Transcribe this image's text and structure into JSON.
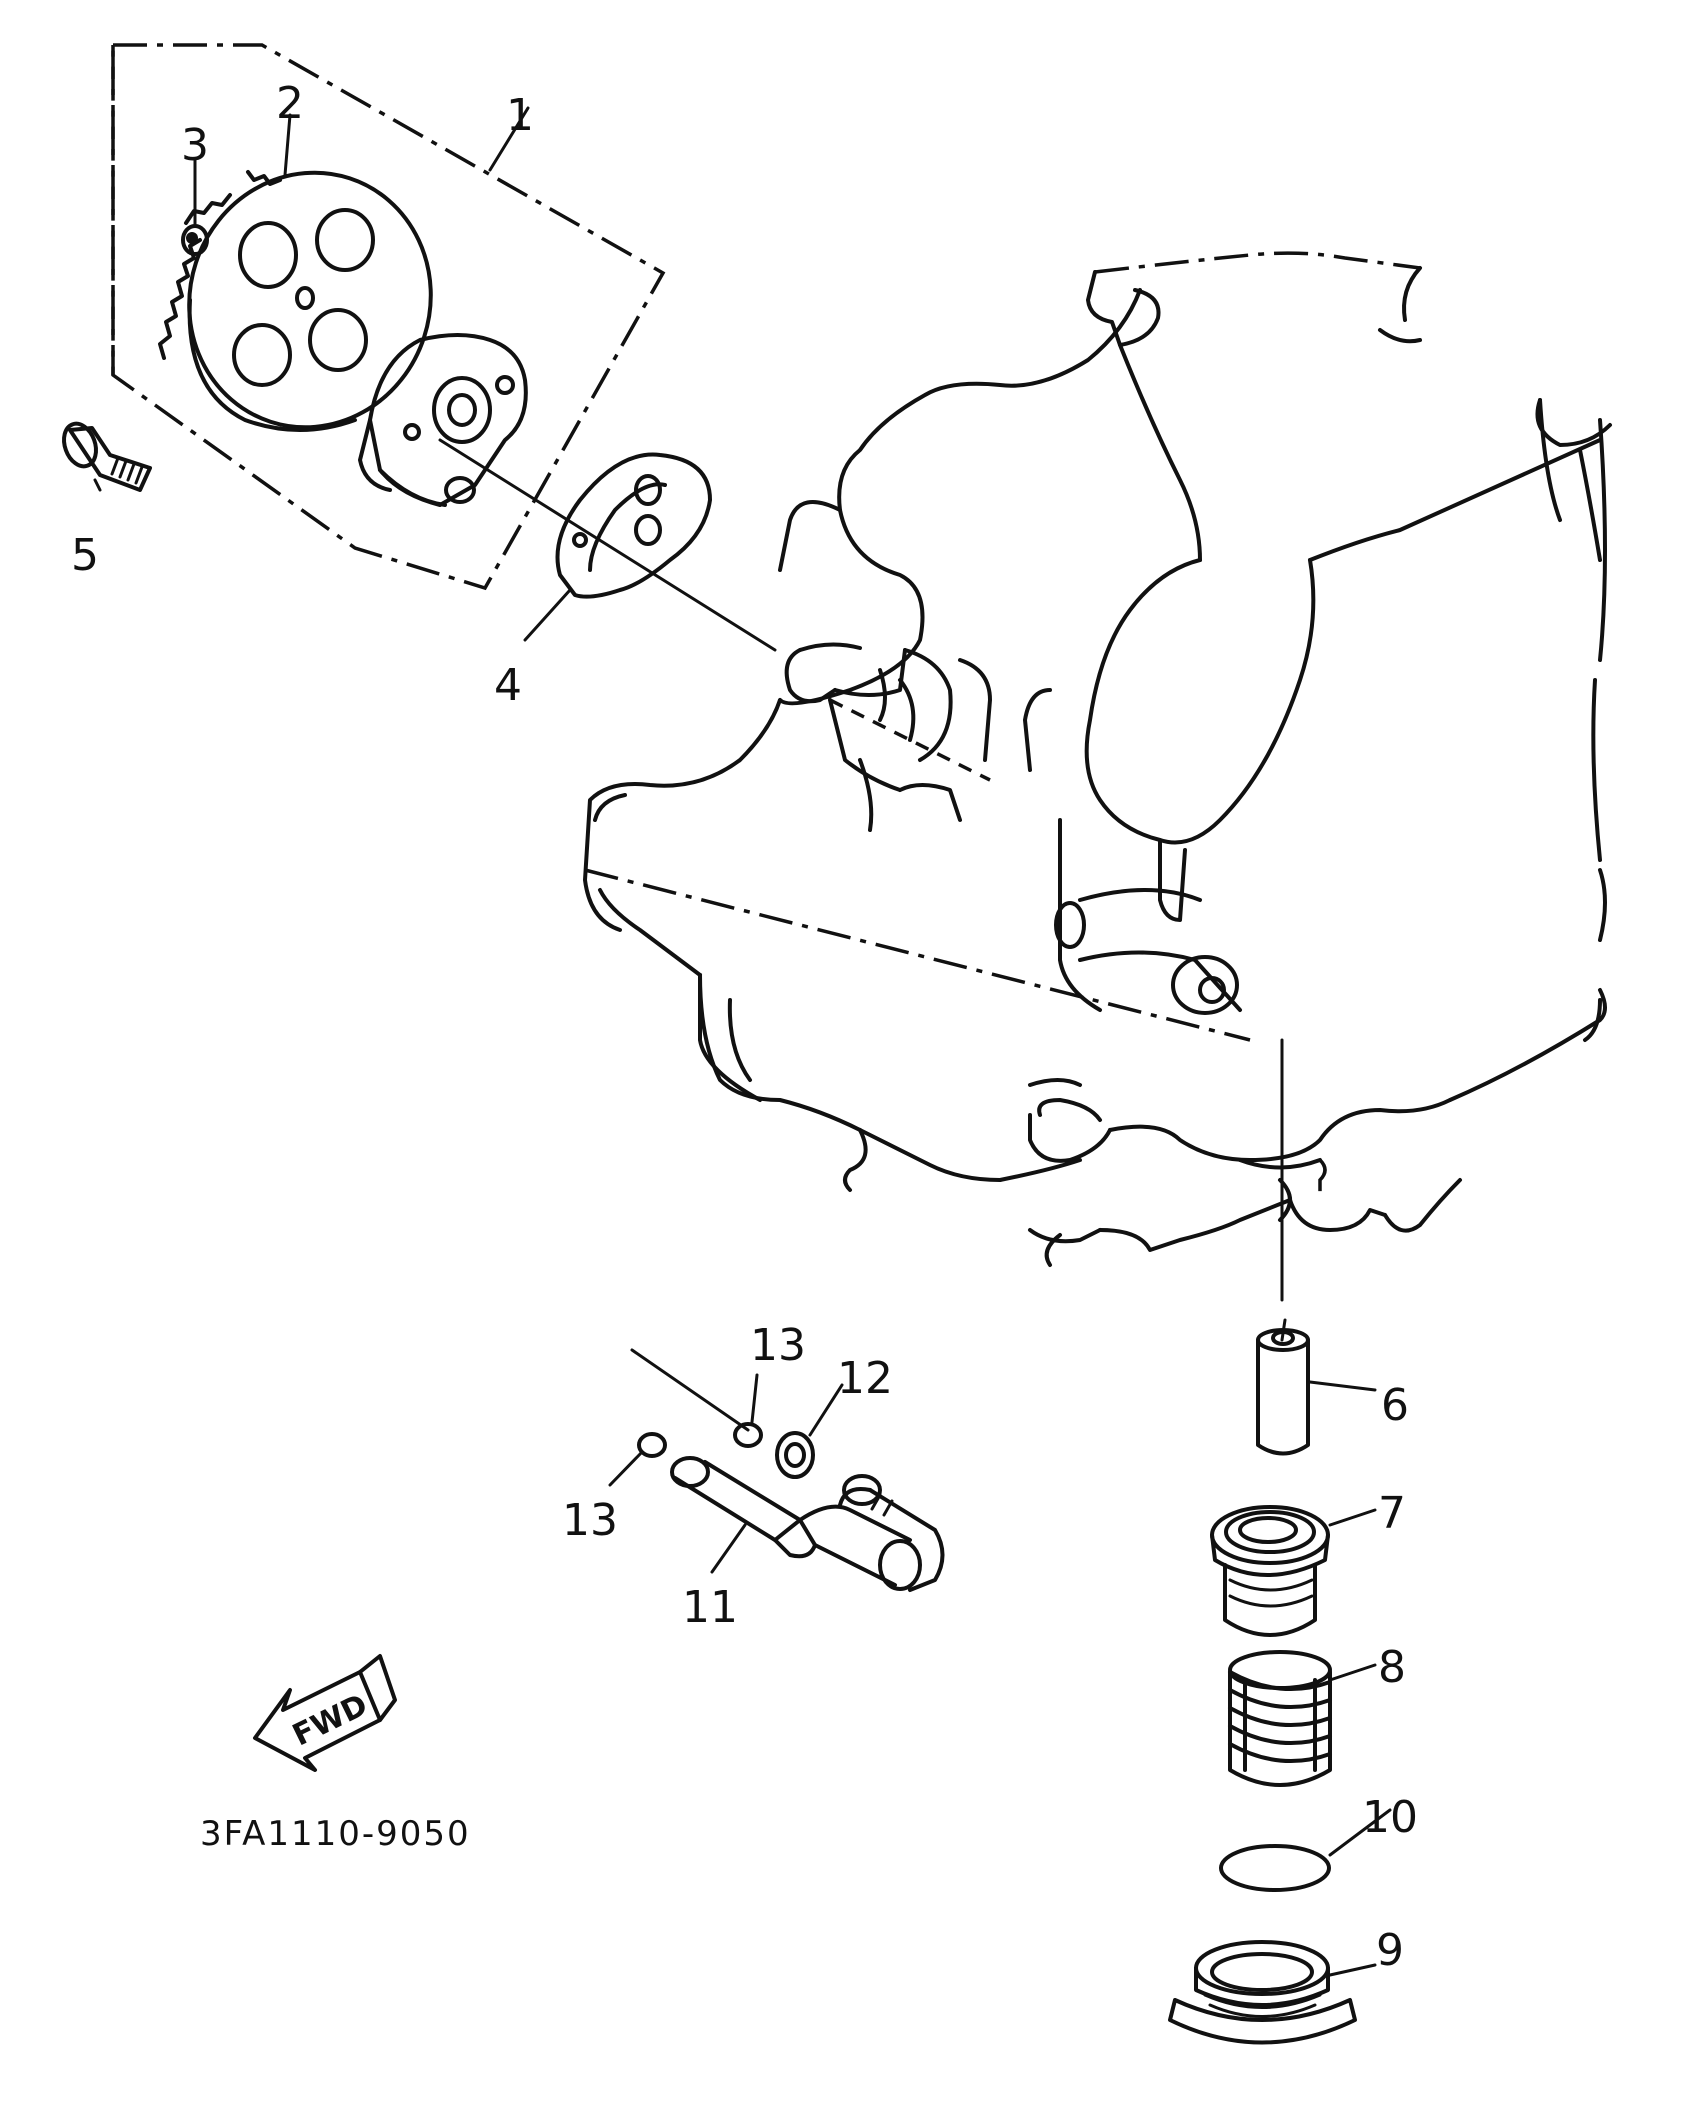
{
  "diagram": {
    "part_code": "3FA1110-9050",
    "fwd_label": "FWD",
    "callouts": [
      {
        "id": "c1",
        "label": "1"
      },
      {
        "id": "c2",
        "label": "2"
      },
      {
        "id": "c3",
        "label": "3"
      },
      {
        "id": "c4",
        "label": "4"
      },
      {
        "id": "c5",
        "label": "5"
      },
      {
        "id": "c6",
        "label": "6"
      },
      {
        "id": "c7",
        "label": "7"
      },
      {
        "id": "c8",
        "label": "8"
      },
      {
        "id": "c9",
        "label": "9"
      },
      {
        "id": "c10",
        "label": "10"
      },
      {
        "id": "c11",
        "label": "11"
      },
      {
        "id": "c12",
        "label": "12"
      },
      {
        "id": "c13a",
        "label": "13"
      },
      {
        "id": "c13b",
        "label": "13"
      }
    ],
    "colors": {
      "ink": "#111111",
      "paper": "#ffffff"
    }
  }
}
